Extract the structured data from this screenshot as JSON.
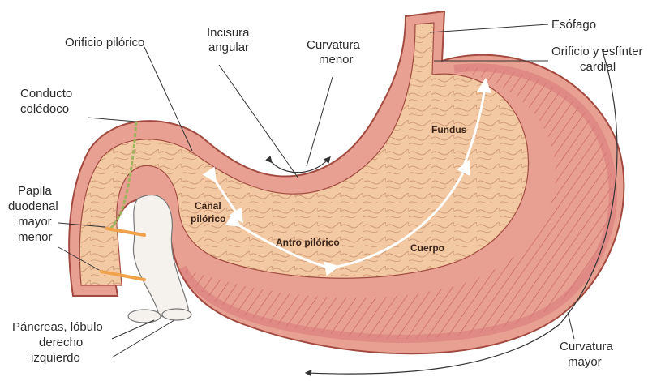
{
  "labels": {
    "esofago": "Esófago",
    "orificio_esfinter_cardial": [
      "Orificio y esfínter",
      "cardial"
    ],
    "orificio_pilorico": "Orificio pilórico",
    "incisura_angular": [
      "Incisura",
      "angular"
    ],
    "curvatura_menor": [
      "Curvatura",
      "menor"
    ],
    "conducto_coledoco": [
      "Conducto",
      "colédoco"
    ],
    "papila_duodenal": [
      "Papila",
      "duodenal",
      "mayor",
      "menor"
    ],
    "pancreas": [
      "Páncreas, lóbulo",
      "derecho",
      "izquierdo"
    ],
    "curvatura_mayor": [
      "Curvatura",
      "mayor"
    ]
  },
  "regions": {
    "fundus": "Fundus",
    "canal_pilorico": [
      "Canal",
      "pilórico"
    ],
    "antro_pilorico": "Antro pilórico",
    "cuerpo": "Cuerpo"
  },
  "colors": {
    "outer_wall": "#e8a092",
    "wall_edge": "#a24a40",
    "muscle": "#d9787a",
    "mucosa": "#f2c9a3",
    "rugae": "#c8906b",
    "pancreas": "#f5f2ee",
    "bile_duct": "#9fb35e",
    "papilla_marker": "#f0a24a"
  }
}
